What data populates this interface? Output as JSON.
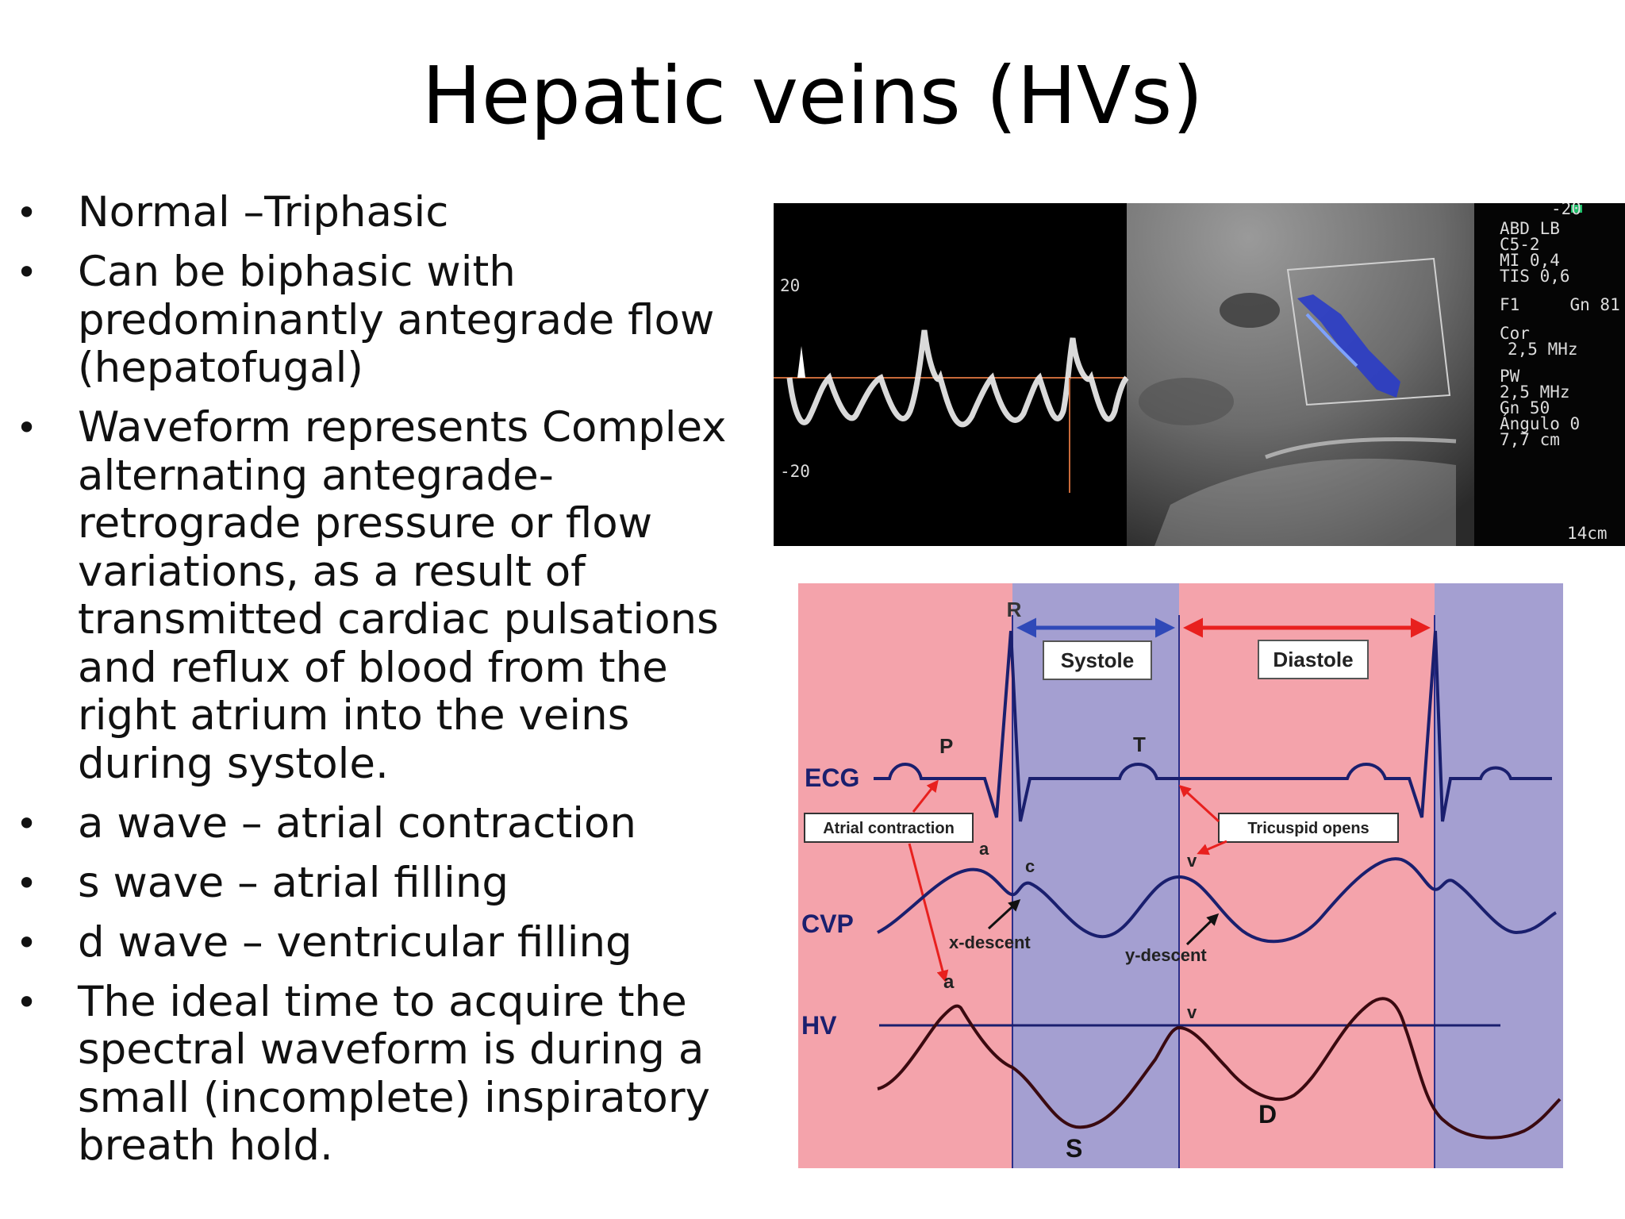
{
  "slide": {
    "title": "Hepatic veins (HVs)",
    "bullets": [
      {
        "marker": "•",
        "text": "Normal –Triphasic"
      },
      {
        "marker": "•",
        "text": "Can be biphasic with predominantly antegrade flow (hepatofugal)"
      },
      {
        "marker": "•",
        "text": "Waveform represents Complex alternating antegrade-retrograde pressure or flow variations, as a result of transmitted cardiac pulsations and reflux of blood from the right atrium into the veins during systole."
      },
      {
        "marker": "•",
        "text": "a wave – atrial contraction"
      },
      {
        "marker": "•",
        "text": "s wave –  atrial filling"
      },
      {
        "marker": "•",
        "text": "d wave – ventricular filling"
      },
      {
        "marker": "•",
        "text": "The ideal time to acquire the spectral waveform is during a small (incomplete) inspiratory breath hold."
      }
    ]
  },
  "ultrasound": {
    "scale_top": "-20",
    "scale_upper": "20",
    "scale_lower": "-20",
    "settings": [
      "ABD LB",
      "C5-2",
      "MI 0,4",
      "TIS 0,6",
      "F1     Gn 81",
      "Cor",
      "2,5 MHz",
      "PW",
      "2,5 MHz",
      "Gn 50",
      "Ángulo 0",
      "7,7 cm"
    ],
    "depth": "14cm"
  },
  "diagram": {
    "phase_systole": "Systole",
    "phase_diastole": "Diastole",
    "peak_r": "R",
    "wave_p": "P",
    "wave_t": "T",
    "trace_ecg": "ECG",
    "trace_cvp": "CVP",
    "trace_hv": "HV",
    "note_atrial": "Atrial contraction",
    "note_tricuspid": "Tricuspid opens",
    "cvp_a": "a",
    "cvp_c": "c",
    "cvp_v": "v",
    "x_descent": "x-descent",
    "y_descent": "y-descent",
    "hv_a": "a",
    "hv_v": "v",
    "hv_s": "S",
    "hv_d": "D",
    "colors": {
      "diastole_bg": "#f4a3ab",
      "systole_bg": "#a49fd1",
      "trace": "#1a1f6e",
      "arrow_red": "#e8201e",
      "arrow_blue": "#2f49b8"
    }
  }
}
